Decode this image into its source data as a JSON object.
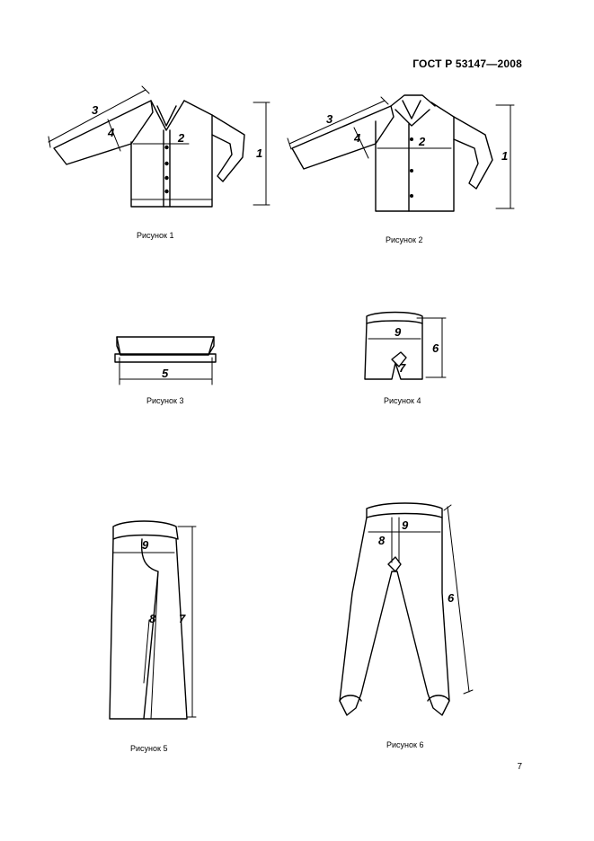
{
  "header": {
    "standard": "ГОСТ Р 53147—2008"
  },
  "figures": [
    {
      "caption": "Рисунок 1",
      "labels": [
        "1",
        "2",
        "3",
        "4"
      ]
    },
    {
      "caption": "Рисунок 2",
      "labels": [
        "1",
        "2",
        "3",
        "4"
      ]
    },
    {
      "caption": "Рисунок 3",
      "labels": [
        "5"
      ]
    },
    {
      "caption": "Рисунок 4",
      "labels": [
        "6",
        "7",
        "9"
      ]
    },
    {
      "caption": "Рисунок 5",
      "labels": [
        "7",
        "8",
        "9"
      ]
    },
    {
      "caption": "Рисунок 6",
      "labels": [
        "6",
        "8",
        "9"
      ]
    }
  ],
  "footer": {
    "page_number": "7"
  }
}
